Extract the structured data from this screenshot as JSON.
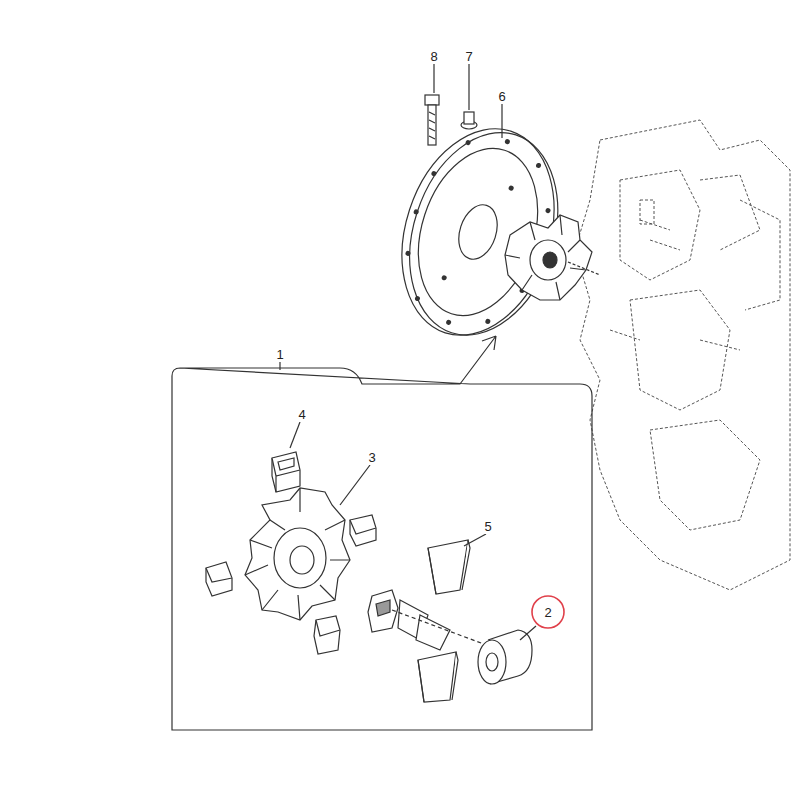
{
  "diagram": {
    "nodes": [
      {
        "text": [
          "2"
        ]
      }
    ],
    "labels": [
      "8",
      "7",
      "6",
      "1",
      "4",
      "3",
      "5"
    ]
  }
}
